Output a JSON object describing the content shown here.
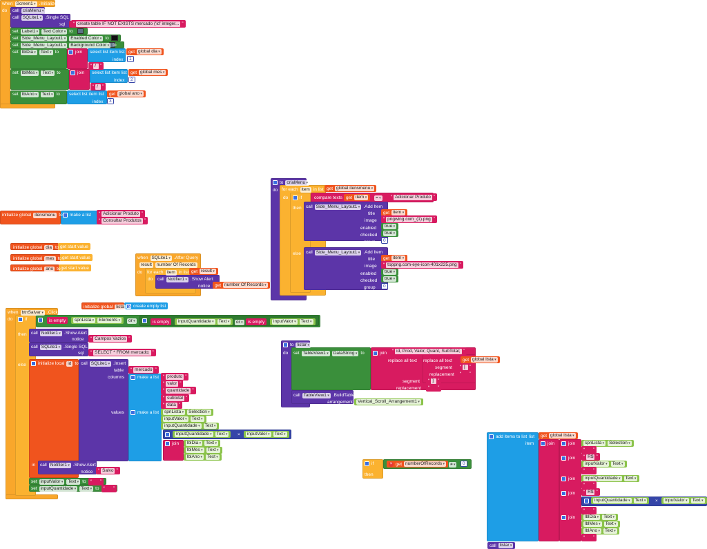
{
  "g1": {
    "t": [
      "when",
      "Screen1",
      ".Initialize",
      "do",
      "call",
      "criaMenu",
      "call",
      "SQLite1",
      ".Single SQL",
      "sql",
      "create table IF NOT EXISTS mercado ('id' integer...",
      "set",
      "Label1",
      "Text Color",
      "to",
      "set",
      "Side_Menu_Layout1",
      "Enabled Color",
      "to",
      "set",
      "Side_Menu_Layout1",
      "Background Color",
      "to",
      "set",
      "lblDia",
      "Text",
      "to",
      "join",
      "select list item  list",
      "get",
      "global dia",
      "index",
      "1",
      "/",
      "set",
      "lblMes",
      "Text",
      "to",
      "join",
      "select list item  list",
      "get",
      "global mes",
      "index",
      "2",
      "/",
      "set",
      "lblAno",
      "Text",
      "to",
      "select list item  list",
      "get",
      "global ano",
      "index",
      "3"
    ]
  },
  "gl": {
    "t": [
      "initialize global",
      "itensmenu",
      "to",
      "make a list",
      "Adicionar Produto",
      "Consultar Produtos",
      "initialize global",
      "dia",
      "to",
      "get start value",
      "initialize global",
      "mes",
      "to",
      "get start value",
      "initialize global",
      "ano",
      "to",
      "get start value",
      "initialize global",
      "lista",
      "to",
      "create empty list"
    ]
  },
  "aq": {
    "t": [
      "when",
      "SQLite1",
      ".After Query",
      "result",
      "number Of Records",
      "do",
      "for each",
      "item",
      "in list",
      "get",
      "result",
      "do",
      "call",
      "Notifier1",
      ".Show Alert",
      "notice",
      "get",
      "number Of Records"
    ]
  },
  "cm": {
    "t": [
      "to",
      "criaMenu",
      "do",
      "for each",
      "item",
      "in list",
      "get",
      "global itensmenu",
      "do",
      "if",
      "compare texts",
      "get",
      "item",
      "=",
      "Adicionar Produto",
      "then",
      "call",
      "Side_Menu_Layout1",
      ".Add Item",
      "title",
      "get",
      "item",
      "image",
      "pngwing.com_(1).png",
      "enabled",
      "true",
      "checked",
      "true",
      "group",
      "0",
      "else",
      "call",
      "Side_Menu_Layout1",
      ".Add Item",
      "title",
      "get",
      "item",
      "image",
      "toppng.com-eye-icon-401x225.png",
      "enabled",
      "true",
      "checked",
      "true",
      "group",
      "0"
    ]
  },
  "bs": {
    "t": [
      "when",
      "btnSalvar",
      ".Click",
      "do",
      "if",
      "is empty",
      "spnLista",
      "Elements",
      "or",
      "is empty",
      "inputQuantidade",
      "Text",
      "or",
      "is empty",
      "inputValor",
      "Text",
      "then",
      "call",
      "Notifier1",
      ".Show Alert",
      "notice",
      "Campos Vazios",
      "call",
      "SQLite1",
      ".Single SQL",
      "sql",
      "SELECT * FROM mercado;",
      "else",
      "initialize local",
      "id",
      "to",
      "call",
      "SQLite1",
      ".Insert",
      "table",
      "mercado",
      "columns",
      "make a list",
      "produto",
      "valor",
      "quantidade",
      "subtotal",
      "data",
      "values",
      "make a list",
      "spnLista",
      "Selection",
      "inputValor",
      "Text",
      "inputQuantidade",
      "Text",
      "inputQuantidade",
      "Text",
      "×",
      "inputValor",
      "Text",
      "join",
      "lblDia",
      "Text",
      "lblMes",
      "Text",
      "lblAno",
      "Text",
      "in",
      "call",
      "Notifier1",
      ".Show Alert",
      "notice",
      "Salvo",
      "set",
      "inputValor",
      "Text",
      "to",
      "set",
      "inputQuantidade",
      "Text",
      "to",
      " ",
      " "
    ]
  },
  "ls": {
    "t": [
      "to",
      "listar",
      "do",
      "set",
      "TableView1",
      "DataString",
      "to",
      "join",
      "id, Prod, Valor, Quant, SubTotal;",
      "replace all text",
      "replace all text",
      "get",
      "global lista",
      "segment",
      "[",
      "replacement",
      " ",
      "segment",
      "]",
      "replacement",
      " ",
      "call",
      "TableView1",
      ".BuildTable",
      "arrangement",
      "Vertical_Scroll_Arrangement1"
    ]
  },
  "nr": {
    "t": [
      "if",
      "then",
      "get",
      "numberOfRecords",
      "≠",
      "0"
    ]
  },
  "ai": {
    "t": [
      "add items to list",
      "list",
      "get",
      "global lista",
      "item",
      "join",
      "join",
      "spnLista",
      "Selection",
      " ",
      "join",
      "R$",
      "inputValor",
      "Text",
      " ",
      "join",
      "inputQuantidade",
      "Text",
      " ",
      "join",
      "R$",
      "inputQuantidade",
      "Text",
      "×",
      "inputValor",
      "Text",
      " ",
      "join",
      "lblDia",
      "Text",
      "lblMes",
      "Text",
      "lblAno",
      "Text",
      " ",
      "call",
      "listar"
    ]
  },
  "colors": {
    "event": "#f9a72b",
    "procedure": "#5c35a8",
    "setter": "#3a8f3b",
    "text": "#d81b60",
    "list": "#1e9ee6",
    "variable": "#f0541e",
    "getter": "#8bc34a",
    "math": "#3545a8"
  }
}
